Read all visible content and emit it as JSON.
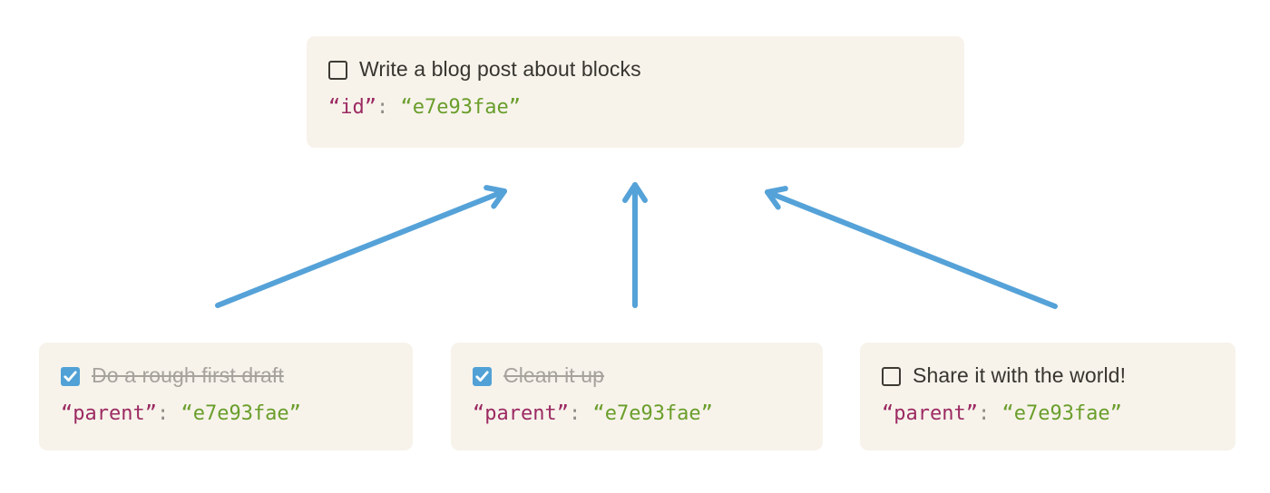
{
  "palette": {
    "page_bg": "#ffffff",
    "card_bg": "#f7f3eb",
    "text": "#37352f",
    "muted_text": "#a6a39d",
    "checkbox_border": "#3d3a33",
    "checkbox_checked_bg": "#51a1d6",
    "checkmark": "#ffffff",
    "code_key": "#9c2a62",
    "code_punct": "#8f8d88",
    "code_value": "#6a9e2b",
    "arrow": "#55a2d8"
  },
  "parent_card": {
    "label": "Write a blog post about blocks",
    "checked": false,
    "code": {
      "key": "“id”",
      "separator": ": ",
      "value": "“e7e93fae”"
    }
  },
  "child_cards": [
    {
      "label": "Do a rough first draft",
      "checked": true,
      "code": {
        "key": "“parent”",
        "separator": ": ",
        "value": "“e7e93fae”"
      }
    },
    {
      "label": "Clean it up",
      "checked": true,
      "code": {
        "key": "“parent”",
        "separator": ": ",
        "value": "“e7e93fae”"
      }
    },
    {
      "label": "Share it with the world!",
      "checked": false,
      "code": {
        "key": "“parent”",
        "separator": ": ",
        "value": "“e7e93fae”"
      }
    }
  ]
}
